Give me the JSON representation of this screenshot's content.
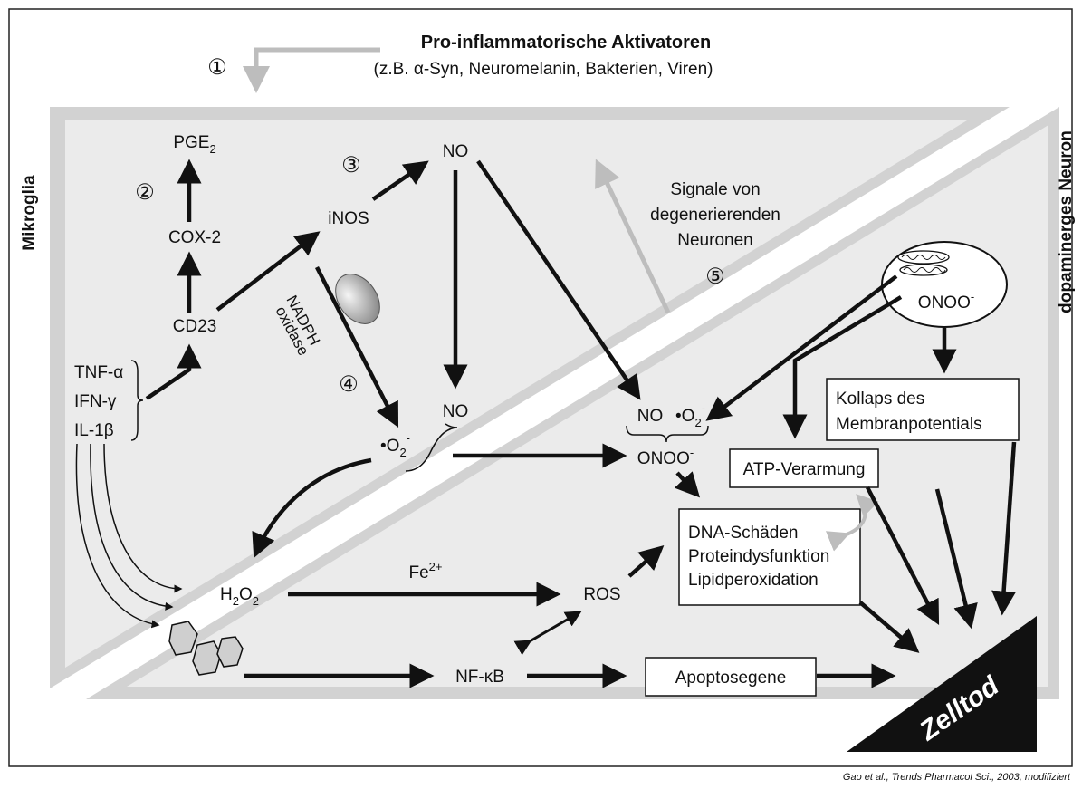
{
  "header": {
    "title": "Pro-inflammatorische Aktivatoren",
    "subtitle_pre": "(z.B. ",
    "subtitle_alpha": "α",
    "subtitle_post": "-Syn, Neuromelanin, Bakterien, Viren)"
  },
  "regions": {
    "microglia": "Mikroglia",
    "neuron": "dopaminerges Neuron"
  },
  "steps": {
    "s1": "①",
    "s2": "②",
    "s3": "③",
    "s4": "④",
    "s5": "⑤"
  },
  "nodes": {
    "pge": "PGE",
    "pge_sub": "2",
    "cox2": "COX-2",
    "cd23": "CD23",
    "inos": "iNOS",
    "no_top": "NO",
    "no_mid": "NO",
    "nadph_1": "NADPH",
    "nadph_2": "oxidase",
    "tnf": "TNF-α",
    "ifn": "IFN-γ",
    "il1": "IL-1β",
    "o2": "•O",
    "o2_sub": "2",
    "o2_sup": "-",
    "no_pair_no": "NO",
    "no_pair_o2": "•O",
    "no_pair_o2_sub": "2",
    "no_pair_o2_sup": "-",
    "onoo": "ONOO",
    "onoo_sup": "-",
    "mito_onoo": "ONOO",
    "mito_onoo_sup": "-",
    "h2o2_h": "H",
    "h2o2_2a": "2",
    "h2o2_o": "O",
    "h2o2_2b": "2",
    "fe": "Fe",
    "fe_sup": "2+",
    "ros": "ROS",
    "nfkb_pre": "NF-",
    "nfkb_kappa": "κ",
    "nfkb_post": "B",
    "signals_1": "Signale von",
    "signals_2": "degenerierenden",
    "signals_3": "Neuronen"
  },
  "boxes": {
    "kollaps_1": "Kollaps des",
    "kollaps_2": "Membranpotentials",
    "atp": "ATP-Verarmung",
    "damage_1": "DNA-Schäden",
    "damage_2": "Proteindysfunktion",
    "damage_3": "Lipidperoxidation",
    "apoptose": "Apoptosegene"
  },
  "outcome": "Zelltod",
  "citation": "Gao et al., Trends Pharmacol Sci., 2003, modifiziert",
  "colors": {
    "panel_gray": "#ebebeb",
    "band_gray": "#d2d2d2",
    "arrow_black": "#111111",
    "arrow_gray": "#bdbdbd",
    "outcome_fill": "#111111"
  }
}
